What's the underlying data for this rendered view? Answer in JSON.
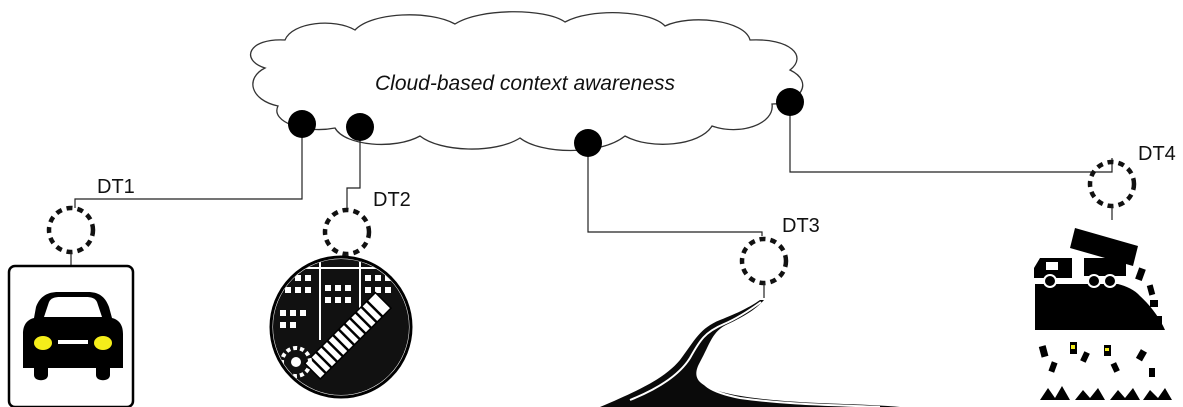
{
  "diagram": {
    "cloud_label": "Cloud-based context awareness",
    "twins": [
      {
        "id": "dt1",
        "label": "DT1",
        "subject": "car"
      },
      {
        "id": "dt2",
        "label": "DT2",
        "subject": "factory"
      },
      {
        "id": "dt3",
        "label": "DT3",
        "subject": "road"
      },
      {
        "id": "dt4",
        "label": "DT4",
        "subject": "landfill"
      }
    ],
    "colors": {
      "ink": "#000000",
      "headlight": "#f5ee1a",
      "background": "#ffffff"
    }
  }
}
